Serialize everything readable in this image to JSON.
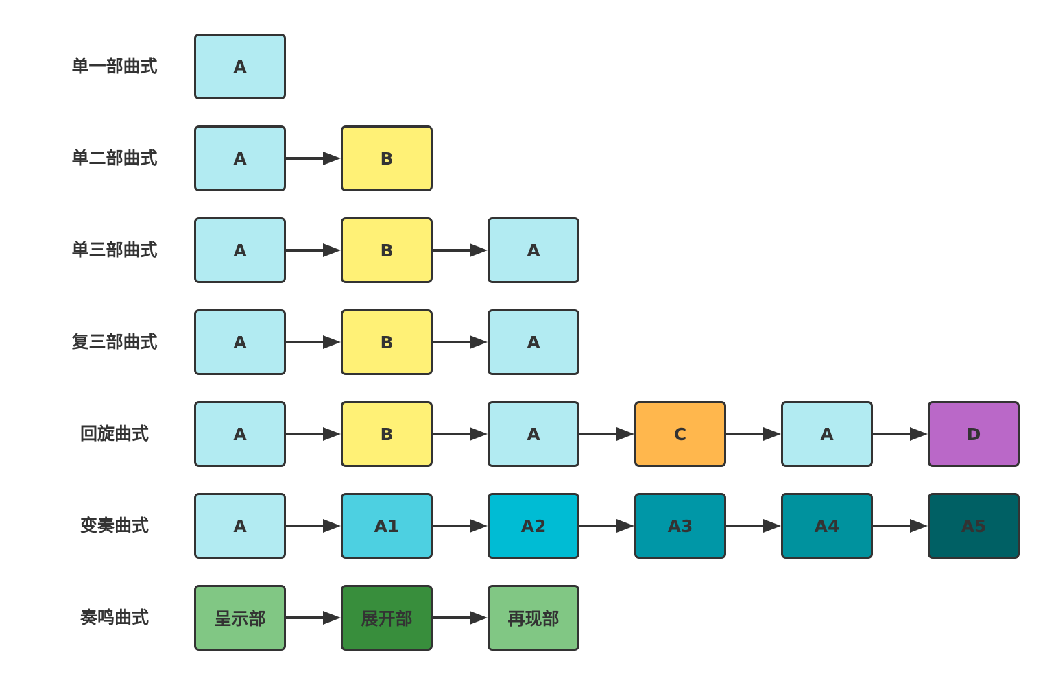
{
  "rows": [
    {
      "label": "单一部曲式",
      "boxes": [
        {
          "text": "A",
          "fill": "#b2ebf2"
        }
      ]
    },
    {
      "label": "单二部曲式",
      "boxes": [
        {
          "text": "A",
          "fill": "#b2ebf2"
        },
        {
          "text": "B",
          "fill": "#fff176"
        }
      ]
    },
    {
      "label": "单三部曲式",
      "boxes": [
        {
          "text": "A",
          "fill": "#b2ebf2"
        },
        {
          "text": "B",
          "fill": "#fff176"
        },
        {
          "text": "A",
          "fill": "#b2ebf2"
        }
      ]
    },
    {
      "label": "复三部曲式",
      "boxes": [
        {
          "text": "A",
          "fill": "#b2ebf2"
        },
        {
          "text": "B",
          "fill": "#fff176"
        },
        {
          "text": "A",
          "fill": "#b2ebf2"
        }
      ]
    },
    {
      "label": "回旋曲式",
      "boxes": [
        {
          "text": "A",
          "fill": "#b2ebf2"
        },
        {
          "text": "B",
          "fill": "#fff176"
        },
        {
          "text": "A",
          "fill": "#b2ebf2"
        },
        {
          "text": "C",
          "fill": "#ffb74d"
        },
        {
          "text": "A",
          "fill": "#b2ebf2"
        },
        {
          "text": "D",
          "fill": "#ba68c8"
        }
      ]
    },
    {
      "label": "变奏曲式",
      "boxes": [
        {
          "text": "A",
          "fill": "#b2ebf2"
        },
        {
          "text": "A1",
          "fill": "#4dd0e1"
        },
        {
          "text": "A2",
          "fill": "#00bcd4"
        },
        {
          "text": "A3",
          "fill": "#0097a7"
        },
        {
          "text": "A4",
          "fill": "#00929e"
        },
        {
          "text": "A5",
          "fill": "#006064"
        }
      ]
    },
    {
      "label": "奏鸣曲式",
      "boxes": [
        {
          "text": "呈示部",
          "fill": "#81c784"
        },
        {
          "text": "展开部",
          "fill": "#388e3c"
        },
        {
          "text": "再现部",
          "fill": "#81c784"
        }
      ]
    }
  ]
}
